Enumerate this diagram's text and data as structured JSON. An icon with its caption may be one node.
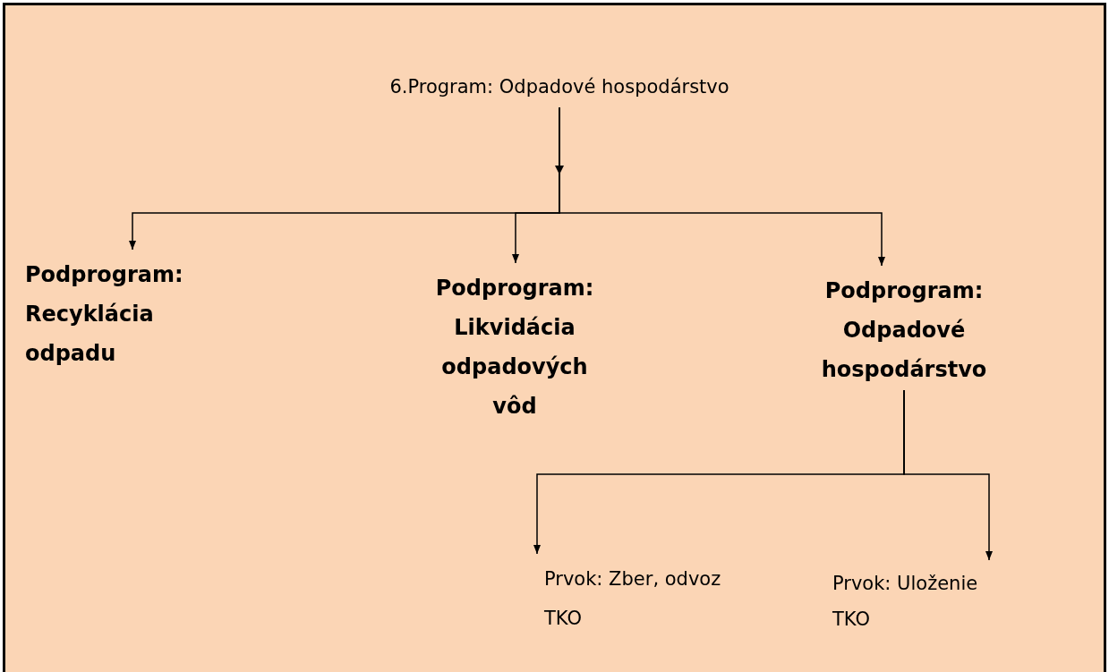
{
  "diagram": {
    "nodes": [
      {
        "text": [
          "6.Program: Odpadové hospodárstvo"
        ]
      },
      {
        "text": [
          "Podprogram: Recyklácia odpadu"
        ]
      },
      {
        "text": [
          "Podprogram: Likvidácia odpadových vôd"
        ]
      },
      {
        "text": [
          "Podprogram: Odpadové hospodárstvo"
        ]
      },
      {
        "text": [
          "Prvok: Zber, odvoz TKO"
        ]
      },
      {
        "text": [
          "Prvok: Uloženie TKO"
        ]
      }
    ],
    "edges": [
      {
        "from": 0,
        "to": 1,
        "arrow": "to"
      },
      {
        "from": 0,
        "to": 2,
        "arrow": "to"
      },
      {
        "from": 0,
        "to": 3,
        "arrow": "to"
      },
      {
        "from": 3,
        "to": 4,
        "arrow": "to"
      },
      {
        "from": 3,
        "to": 5,
        "arrow": "to"
      }
    ]
  }
}
